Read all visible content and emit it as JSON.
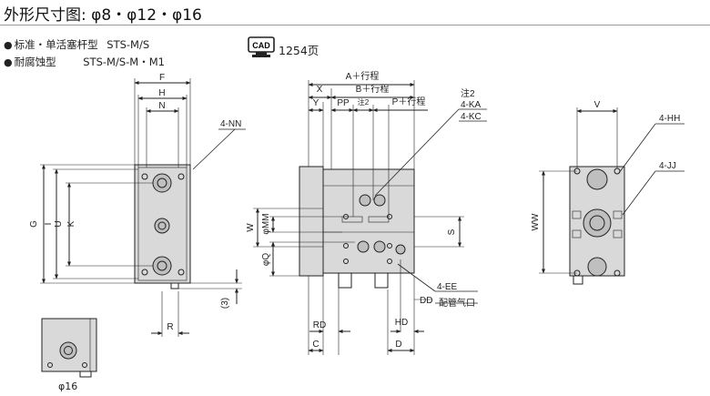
{
  "title": "外形尺寸图: φ8・φ12・φ16",
  "legend": [
    {
      "marker": "●",
      "name": "标准・单活塞杆型",
      "model": "STS-M/S"
    },
    {
      "marker": "●",
      "name": "耐腐蚀型",
      "model": "STS-M/S-M・M1"
    }
  ],
  "cad": {
    "badge": "CAD",
    "page": "1254页"
  },
  "front_view": {
    "dims": {
      "F": "F",
      "H": "H",
      "N": "N",
      "NN": "4-NN",
      "G": "G",
      "I": "I",
      "U": "U",
      "K": "K",
      "R": "R",
      "three": "(3)"
    }
  },
  "side_view": {
    "dims": {
      "A": "A＋行程",
      "X": "X",
      "B": "B＋行程",
      "Y": "Y",
      "PP": "PP",
      "note2_small": "注2",
      "P": "P＋行程",
      "note2": "注2",
      "KA": "4-KA",
      "KC": "4-KC",
      "W": "W",
      "MM": "φMM",
      "S": "S",
      "Q": "φQ",
      "EE": "4-EE",
      "DD": "DD",
      "port": "配管气口",
      "HD": "HD",
      "RD": "RD",
      "C": "C",
      "D": "D"
    }
  },
  "end_view": {
    "dims": {
      "V": "V",
      "HH": "4-HH",
      "JJ": "4-JJ",
      "WW": "WW"
    }
  },
  "inset": {
    "caption": "φ16"
  },
  "colors": {
    "body_fill": "#d9d9d9",
    "hole_fill": "#bfbfbf",
    "line": "#222222"
  }
}
